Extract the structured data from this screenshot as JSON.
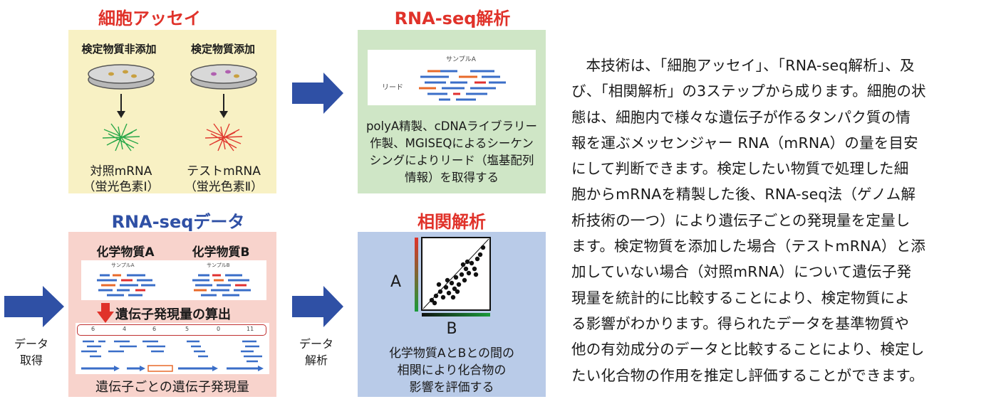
{
  "cell_assay": {
    "title": "細胞アッセイ",
    "no_additive_label": "検定物質非添加",
    "additive_label": "検定物質添加",
    "control_label_1": "対照mRNA",
    "control_label_2": "（蛍光色素Ⅰ）",
    "test_label_1": "テストmRNA",
    "test_label_2": "（蛍光色素Ⅱ）"
  },
  "rnaseq_analysis": {
    "title": "RNA-seq解析",
    "sample_label": "サンプルA",
    "read_label": "リード",
    "description": [
      "polyA精製、cDNAライブラリー",
      "作製、MGISEQによるシーケン",
      "シングによりリード（塩基配列",
      "情報）を取得する"
    ]
  },
  "rnaseq_data": {
    "title": "RNA-seqデータ",
    "compound_a": "化学物質A",
    "compound_b": "化学物質B",
    "sample_a": "サンプルA",
    "sample_b": "サンプルB",
    "calc_label": "遺伝子発現量の算出",
    "counts": [
      "6",
      "4",
      "6",
      "5",
      "0",
      "11"
    ],
    "footer": "遺伝子ごとの遺伝子発現量"
  },
  "correlation": {
    "title": "相関解析",
    "axis_a": "A",
    "axis_b": "B",
    "description": [
      "化学物質AとBとの間の",
      "相関により化合物の",
      "影響を評価する"
    ]
  },
  "arrows": {
    "data_acquire": [
      "データ",
      "取得"
    ],
    "data_analysis": [
      "データ",
      "解析"
    ]
  },
  "paragraph": [
    "本技術は、「細胞アッセイ」、「RNA-seq解析」、及",
    "び、「相関解析」の3ステップから成ります。細胞の状",
    "態は、細胞内で様々な遺伝子が作るタンパク質の情",
    "報を運ぶメッセンジャー RNA（mRNA）の量を目安",
    "にして判断できます。検定したい物質で処理した細",
    "胞からmRNAを精製した後、RNA-seq法（ゲノム解",
    "析技術の一つ）により遺伝子ごとの発現量を定量し",
    "ます。検定物質を添加した場合（テストmRNA）と添",
    "加していない場合（対照mRNA）について遺伝子発",
    "現量を統計的に比較することにより、検定物質によ",
    "る影響がわかります。得られたデータを基準物質や",
    "他の有効成分のデータと比較することにより、検定し",
    "たい化合物の作用を推定し評価することができます。"
  ],
  "colors": {
    "title_red": "#e0322a",
    "title_blue": "#2f50a5",
    "arrow_blue": "#2f50a5",
    "yellow_panel": "#f8f1c4",
    "green_panel": "#cfe6c6",
    "pink_panel": "#f8d3cc",
    "blue_panel": "#b9cbe8"
  }
}
